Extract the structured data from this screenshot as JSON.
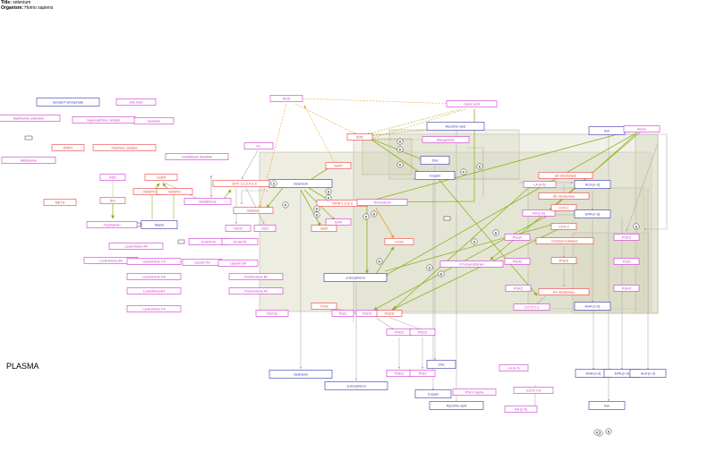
{
  "header": {
    "title_label": "Title:",
    "title_value": "selenium",
    "organism_label": "Organism:",
    "organism_value": "Homo sapiens"
  },
  "region_label": "PLASMA",
  "colors": {
    "metabolite": "#cc33cc",
    "enzyme": "#e83e3e",
    "nutrient": "#3333aa",
    "positive_edge": "#8fb31f",
    "orange_edge": "#f0a030",
    "gray_edge": "#b0b0b0",
    "compartment_fill": "#d7d7bf"
  },
  "nodes": [
    {
      "id": "n_tyrosyl",
      "label": "tyrosyl-P-phosphate",
      "kind": "nutrient"
    },
    {
      "id": "n_uric",
      "label": "Uric Acid",
      "kind": "metabolite"
    },
    {
      "id": "n_metsulf",
      "label": "Methionine sulfoxide",
      "kind": "metabolite"
    },
    {
      "id": "n_hypox",
      "label": "Hypoxanthine oxidase",
      "kind": "metabolite"
    },
    {
      "id": "n_guanine",
      "label": "Guanine",
      "kind": "metabolite"
    },
    {
      "id": "n_pnpo",
      "label": "PNPO",
      "kind": "enzyme"
    },
    {
      "id": "n_xanthine",
      "label": "Xanthine oxidase",
      "kind": "enzyme"
    },
    {
      "id": "n_methionine",
      "label": "Methionine",
      "kind": "metabolite"
    },
    {
      "id": "n_mets",
      "label": "METS",
      "kind": "enzyme"
    },
    {
      "id": "n_asd",
      "label": "ASD",
      "kind": "metabolite"
    },
    {
      "id": "n_ido",
      "label": "IDO",
      "kind": "enzyme"
    },
    {
      "id": "n_lgdr",
      "label": "LGDR",
      "kind": "enzyme"
    },
    {
      "id": "n_nadph",
      "label": "NADPH",
      "kind": "enzyme"
    },
    {
      "id": "n_nadph2",
      "label": "NADPH",
      "kind": "enzyme"
    },
    {
      "id": "n_tryptophan",
      "label": "Tryptophan",
      "kind": "metabolite"
    },
    {
      "id": "n_niacin",
      "label": "Niacin",
      "kind": "nutrient"
    },
    {
      "id": "n_glutathione",
      "label": "Glutathione",
      "kind": "metabolite"
    },
    {
      "id": "n_gsh_disulfide",
      "label": "Glutathione disulfide",
      "kind": "metabolite"
    },
    {
      "id": "n_gpx",
      "label": "GPX 1,2,3,4 & 6",
      "kind": "enzyme"
    },
    {
      "id": "n_h2o2",
      "label": "H2O2",
      "kind": "metabolite"
    },
    {
      "id": "n_h2o",
      "label": "H2O",
      "kind": "metabolite"
    },
    {
      "id": "n_h",
      "label": "H+",
      "kind": "metabolite"
    },
    {
      "id": "n_catalase",
      "label": "Catalase",
      "kind": "enzyme"
    },
    {
      "id": "n_ros",
      "label": "ROS",
      "kind": "metabolite"
    },
    {
      "id": "n_lipoic",
      "label": "Lipoic acid",
      "kind": "metabolite"
    },
    {
      "id": "n_sod",
      "label": "SOD",
      "kind": "enzyme"
    },
    {
      "id": "n_ascorbic",
      "label": "Ascorbic acid",
      "kind": "nutrient"
    },
    {
      "id": "n_manganese",
      "label": "Manganese",
      "kind": "metabolite"
    },
    {
      "id": "n_zinc",
      "label": "Zinc",
      "kind": "nutrient"
    },
    {
      "id": "n_copper",
      "label": "Copper",
      "kind": "nutrient"
    },
    {
      "id": "n_iron",
      "label": "Iron",
      "kind": "nutrient"
    },
    {
      "id": "n_heme",
      "label": "Heme",
      "kind": "metabolite"
    },
    {
      "id": "n_selenium",
      "label": "Selenium",
      "kind": "nutrient"
    },
    {
      "id": "n_sepp",
      "label": "SePP",
      "kind": "enzyme"
    },
    {
      "id": "n_sew",
      "label": "SeW",
      "kind": "metabolite"
    },
    {
      "id": "n_selr",
      "label": "SelR",
      "kind": "enzyme"
    },
    {
      "id": "n_txnr",
      "label": "TRXR 1,2 & 3",
      "kind": "enzyme"
    },
    {
      "id": "n_thioredoxin",
      "label": "Thioredoxin",
      "kind": "metabolite"
    },
    {
      "id": "n_lox1",
      "label": "LOXE",
      "kind": "enzyme"
    },
    {
      "id": "n_tocopherol",
      "label": "a-tocopherol",
      "kind": "nutrient"
    },
    {
      "id": "n_f2iso",
      "label": "F2-isoprostanes",
      "kind": "metabolite"
    },
    {
      "id": "n_ala_n3",
      "label": "ALA (n-3)",
      "kind": "nutrient"
    },
    {
      "id": "n_la_n6",
      "label": "LA (n-6)",
      "kind": "metabolite"
    },
    {
      "id": "n_d6",
      "label": "Δ6 desaturase",
      "kind": "enzyme"
    },
    {
      "id": "n_d5",
      "label": "Δ5 desaturase",
      "kind": "enzyme"
    },
    {
      "id": "n_aa",
      "label": "AA (n-6)",
      "kind": "metabolite"
    },
    {
      "id": "n_cox1",
      "label": "COX-1",
      "kind": "enzyme"
    },
    {
      "id": "n_cox2",
      "label": "COX-2",
      "kind": "enzyme"
    },
    {
      "id": "n_epa",
      "label": "EPA (n-3)",
      "kind": "nutrient"
    },
    {
      "id": "n_pgg2",
      "label": "PGG2",
      "kind": "metabolite"
    },
    {
      "id": "n_endo",
      "label": "Endoperoxidases",
      "kind": "enzyme"
    },
    {
      "id": "n_pge3",
      "label": "PGE3",
      "kind": "metabolite"
    },
    {
      "id": "n_pgh2",
      "label": "PGH2",
      "kind": "metabolite"
    },
    {
      "id": "n_pges",
      "label": "PGES",
      "kind": "enzyme"
    },
    {
      "id": "n_pgi3",
      "label": "PGI3",
      "kind": "metabolite"
    },
    {
      "id": "n_pge2",
      "label": "PGE2",
      "kind": "metabolite"
    },
    {
      "id": "n_d4",
      "label": "Δ4 desaturase",
      "kind": "enzyme"
    },
    {
      "id": "n_pgh3",
      "label": "PGH3",
      "kind": "metabolite"
    },
    {
      "id": "n_c225",
      "label": "C22:5 n-3",
      "kind": "metabolite"
    },
    {
      "id": "n_dha_n3",
      "label": "DHA (n-3)",
      "kind": "nutrient"
    },
    {
      "id": "n_leuk_a4",
      "label": "Leukotriene A4",
      "kind": "metabolite"
    },
    {
      "id": "n_leuk_b4",
      "label": "Leukotriene B4",
      "kind": "metabolite"
    },
    {
      "id": "n_leuk_c4",
      "label": "Leukotriene C4",
      "kind": "metabolite"
    },
    {
      "id": "n_leuk_d4",
      "label": "Leukotriene D4",
      "kind": "metabolite"
    },
    {
      "id": "n_leuk_e4",
      "label": "LeukotrieneE4",
      "kind": "metabolite"
    },
    {
      "id": "n_leuk_f4",
      "label": "Leukotriene F4",
      "kind": "metabolite"
    },
    {
      "id": "n_5hpete",
      "label": "5-HPETE",
      "kind": "metabolite"
    },
    {
      "id": "n_15hete",
      "label": "15-HETE",
      "kind": "metabolite"
    },
    {
      "id": "n_lipoxa4",
      "label": "Lipoxin A4",
      "kind": "metabolite"
    },
    {
      "id": "n_lipoxb4",
      "label": "Lipoxin B4",
      "kind": "metabolite"
    },
    {
      "id": "n_txb2",
      "label": "Tromboxane B2",
      "kind": "metabolite"
    },
    {
      "id": "n_txa2",
      "label": "Tromboxane A2",
      "kind": "metabolite"
    },
    {
      "id": "n_pgf2a",
      "label": "PGF2a",
      "kind": "metabolite"
    },
    {
      "id": "n_txa2s",
      "label": "TXA2",
      "kind": "enzyme"
    },
    {
      "id": "n_pgi2",
      "label": "PGI2",
      "kind": "metabolite"
    },
    {
      "id": "n_pgfs",
      "label": "PGFS",
      "kind": "metabolite"
    },
    {
      "id": "n_pgds",
      "label": "PGDS",
      "kind": "enzyme"
    },
    {
      "id": "n_pgd2",
      "label": "PGD2",
      "kind": "metabolite"
    },
    {
      "id": "n_pgd3",
      "label": "PGD3",
      "kind": "metabolite"
    },
    {
      "id": "n_pge2b",
      "label": "PGE2",
      "kind": "metabolite"
    },
    {
      "id": "n_pg3",
      "label": "PGI3",
      "kind": "metabolite"
    },
    {
      "id": "n_pgf3",
      "label": "PGF3 alpha",
      "kind": "metabolite"
    },
    {
      "id": "n_la_n6b",
      "label": "LA (n-6)",
      "kind": "metabolite"
    },
    {
      "id": "n_c226",
      "label": "C22:5 n-6",
      "kind": "metabolite"
    },
    {
      "id": "n_aa_n6b",
      "label": "AA (n-6)",
      "kind": "metabolite"
    },
    {
      "id": "n_dha_p",
      "label": "DHA (n-3)",
      "kind": "nutrient"
    },
    {
      "id": "n_epa_p",
      "label": "EPA (n-3)",
      "kind": "nutrient"
    },
    {
      "id": "n_ala_p",
      "label": "ALA (n-3)",
      "kind": "nutrient"
    },
    {
      "id": "n_iron_p",
      "label": "Iron",
      "kind": "nutrient"
    },
    {
      "id": "n_selenium_p",
      "label": "Selenium",
      "kind": "nutrient"
    },
    {
      "id": "n_tocopherol_p",
      "label": "a-tocopherol",
      "kind": "nutrient"
    },
    {
      "id": "n_zinc_p",
      "label": "Zinc",
      "kind": "nutrient"
    },
    {
      "id": "n_copper_p",
      "label": "Copper",
      "kind": "nutrient"
    },
    {
      "id": "n_ascorbic_p",
      "label": "Ascorbic acid",
      "kind": "nutrient"
    }
  ],
  "markers": [
    "8",
    "R",
    "B",
    "B",
    "R",
    "B",
    "B",
    "R",
    "R",
    "R",
    "B",
    "R",
    "R",
    "B",
    "B",
    "B",
    "R",
    "B",
    "B",
    "R",
    "B",
    "R"
  ],
  "legend_markers": [
    "B",
    "R"
  ]
}
